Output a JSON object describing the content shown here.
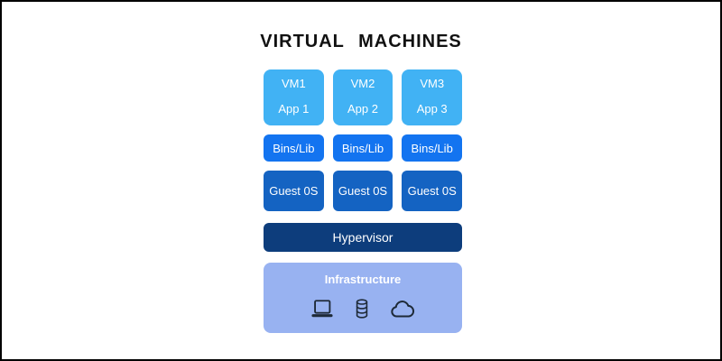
{
  "title": "VIRTUAL MACHINES",
  "colors": {
    "vm_box": "#41b2f4",
    "bins_box": "#1374f0",
    "guest_box": "#1463c2",
    "hypervisor_bar": "#0d3d7c",
    "infrastructure_box": "#98b2f1",
    "box_text": "#ffffff",
    "title_text": "#111111",
    "icon_stroke": "#1e2a38",
    "canvas_border": "#000000",
    "background": "#ffffff"
  },
  "vm_row": [
    {
      "vm": "VM1",
      "app": "App 1"
    },
    {
      "vm": "VM2",
      "app": "App 2"
    },
    {
      "vm": "VM3",
      "app": "App 3"
    }
  ],
  "bins_row": [
    "Bins/Lib",
    "Bins/Lib",
    "Bins/Lib"
  ],
  "guest_row": [
    "Guest 0S",
    "Guest 0S",
    "Guest 0S"
  ],
  "hypervisor_label": "Hypervisor",
  "infrastructure": {
    "label": "Infrastructure",
    "icons": [
      "laptop-icon",
      "database-icon",
      "cloud-icon"
    ]
  }
}
